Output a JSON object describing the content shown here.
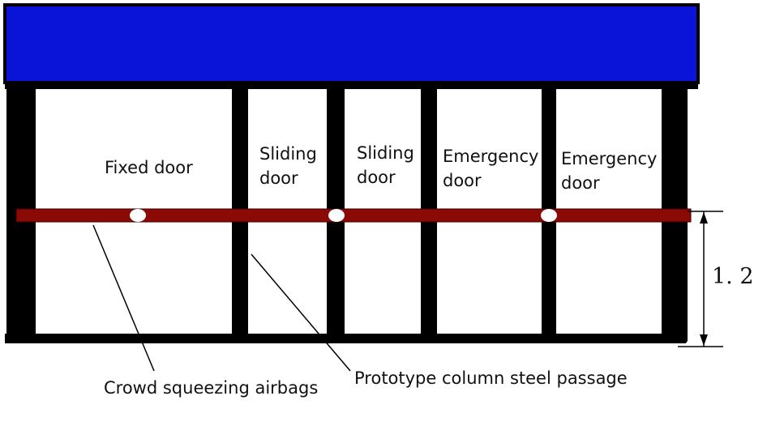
{
  "doors": [
    {
      "label": "Fixed door"
    },
    {
      "label": "Sliding\ndoor"
    },
    {
      "label": "Sliding\ndoor"
    },
    {
      "label": "Emergency\ndoor"
    },
    {
      "label": "Emergency\ndoor"
    }
  ],
  "annotations": {
    "airbags": "Crowd squeezing airbags",
    "passage": "Prototype column steel passage",
    "dimension": "1. 2"
  },
  "colors": {
    "header": "#0a14d8",
    "frame": "#000000",
    "passage": "#8b0a05",
    "airbag": "#ffffff",
    "background": "#ffffff"
  }
}
